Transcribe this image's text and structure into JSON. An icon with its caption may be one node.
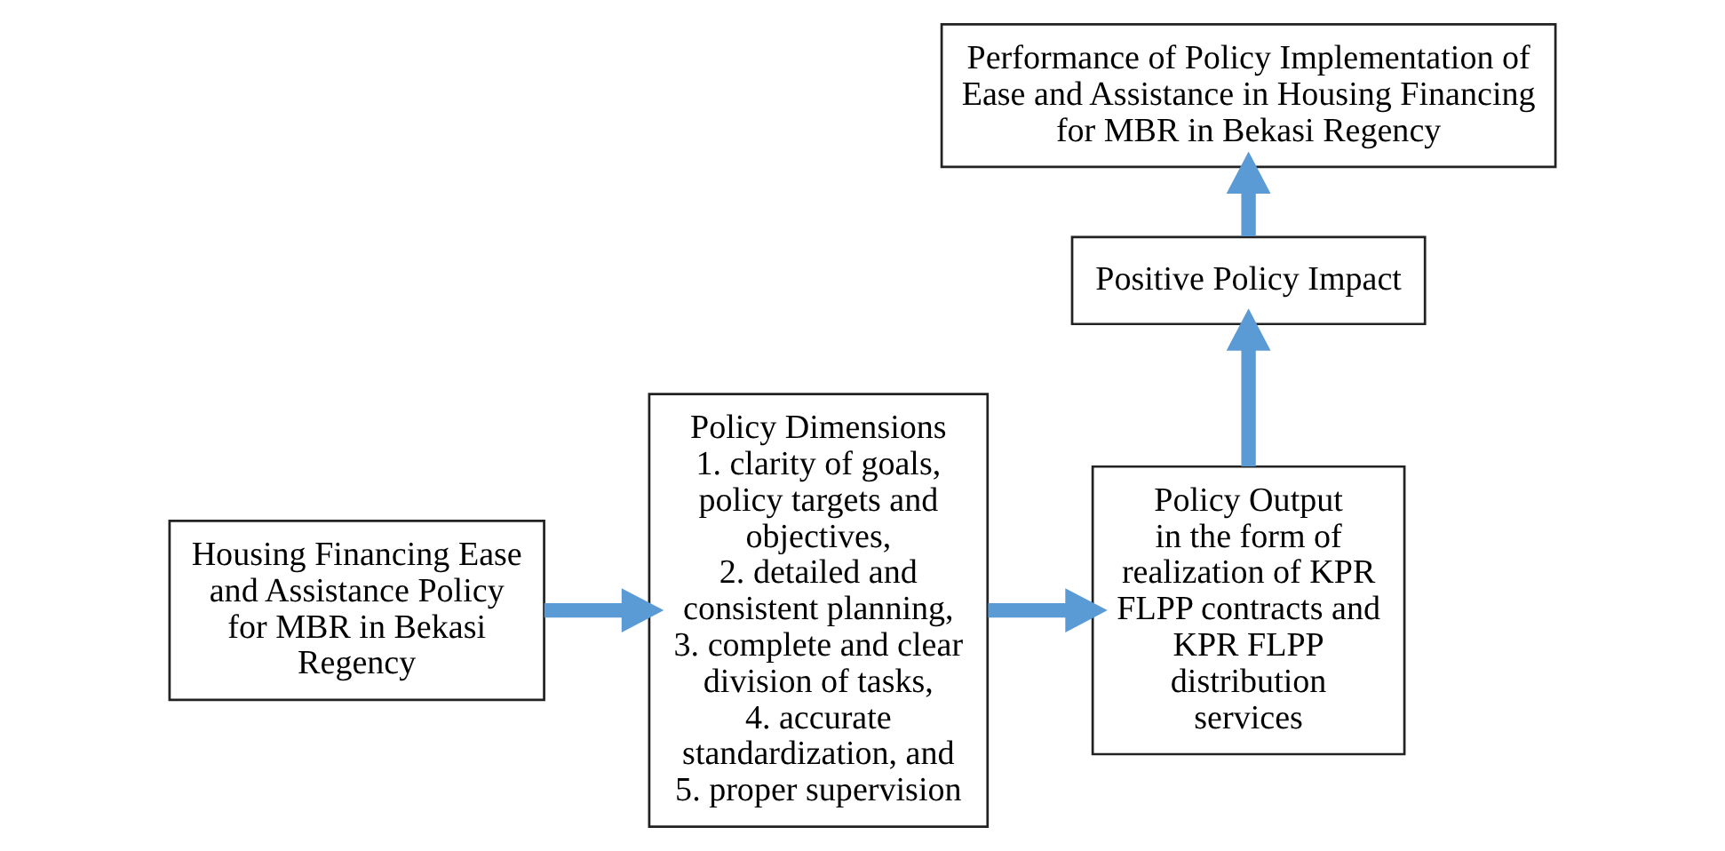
{
  "diagram": {
    "nodes": [
      {
        "text": [
          "Housing Financing Ease and Assistance Policy for MBR in Bekasi Regency"
        ]
      },
      {
        "text": [
          "Policy Dimensions",
          "1. clarity of goals, policy targets and objectives,",
          "2. detailed and consistent planning,",
          "3. complete and clear division of tasks,",
          "4. accurate standardization, and",
          "5. proper supervision"
        ]
      },
      {
        "text": [
          "Policy Output",
          "in the form of realization of KPR FLPP contracts and KPR FLPP distribution services"
        ]
      },
      {
        "text": [
          "Positive Policy Impact"
        ]
      },
      {
        "text": [
          "Performance of Policy Implementation of Ease and Assistance in Housing Financing for MBR in Bekasi Regency"
        ]
      }
    ],
    "edges": [
      {
        "from": 0,
        "to": 1,
        "arrow": "to"
      },
      {
        "from": 1,
        "to": 2,
        "arrow": "to"
      },
      {
        "from": 2,
        "to": 3,
        "arrow": "to"
      },
      {
        "from": 3,
        "to": 4,
        "arrow": "to"
      }
    ]
  }
}
